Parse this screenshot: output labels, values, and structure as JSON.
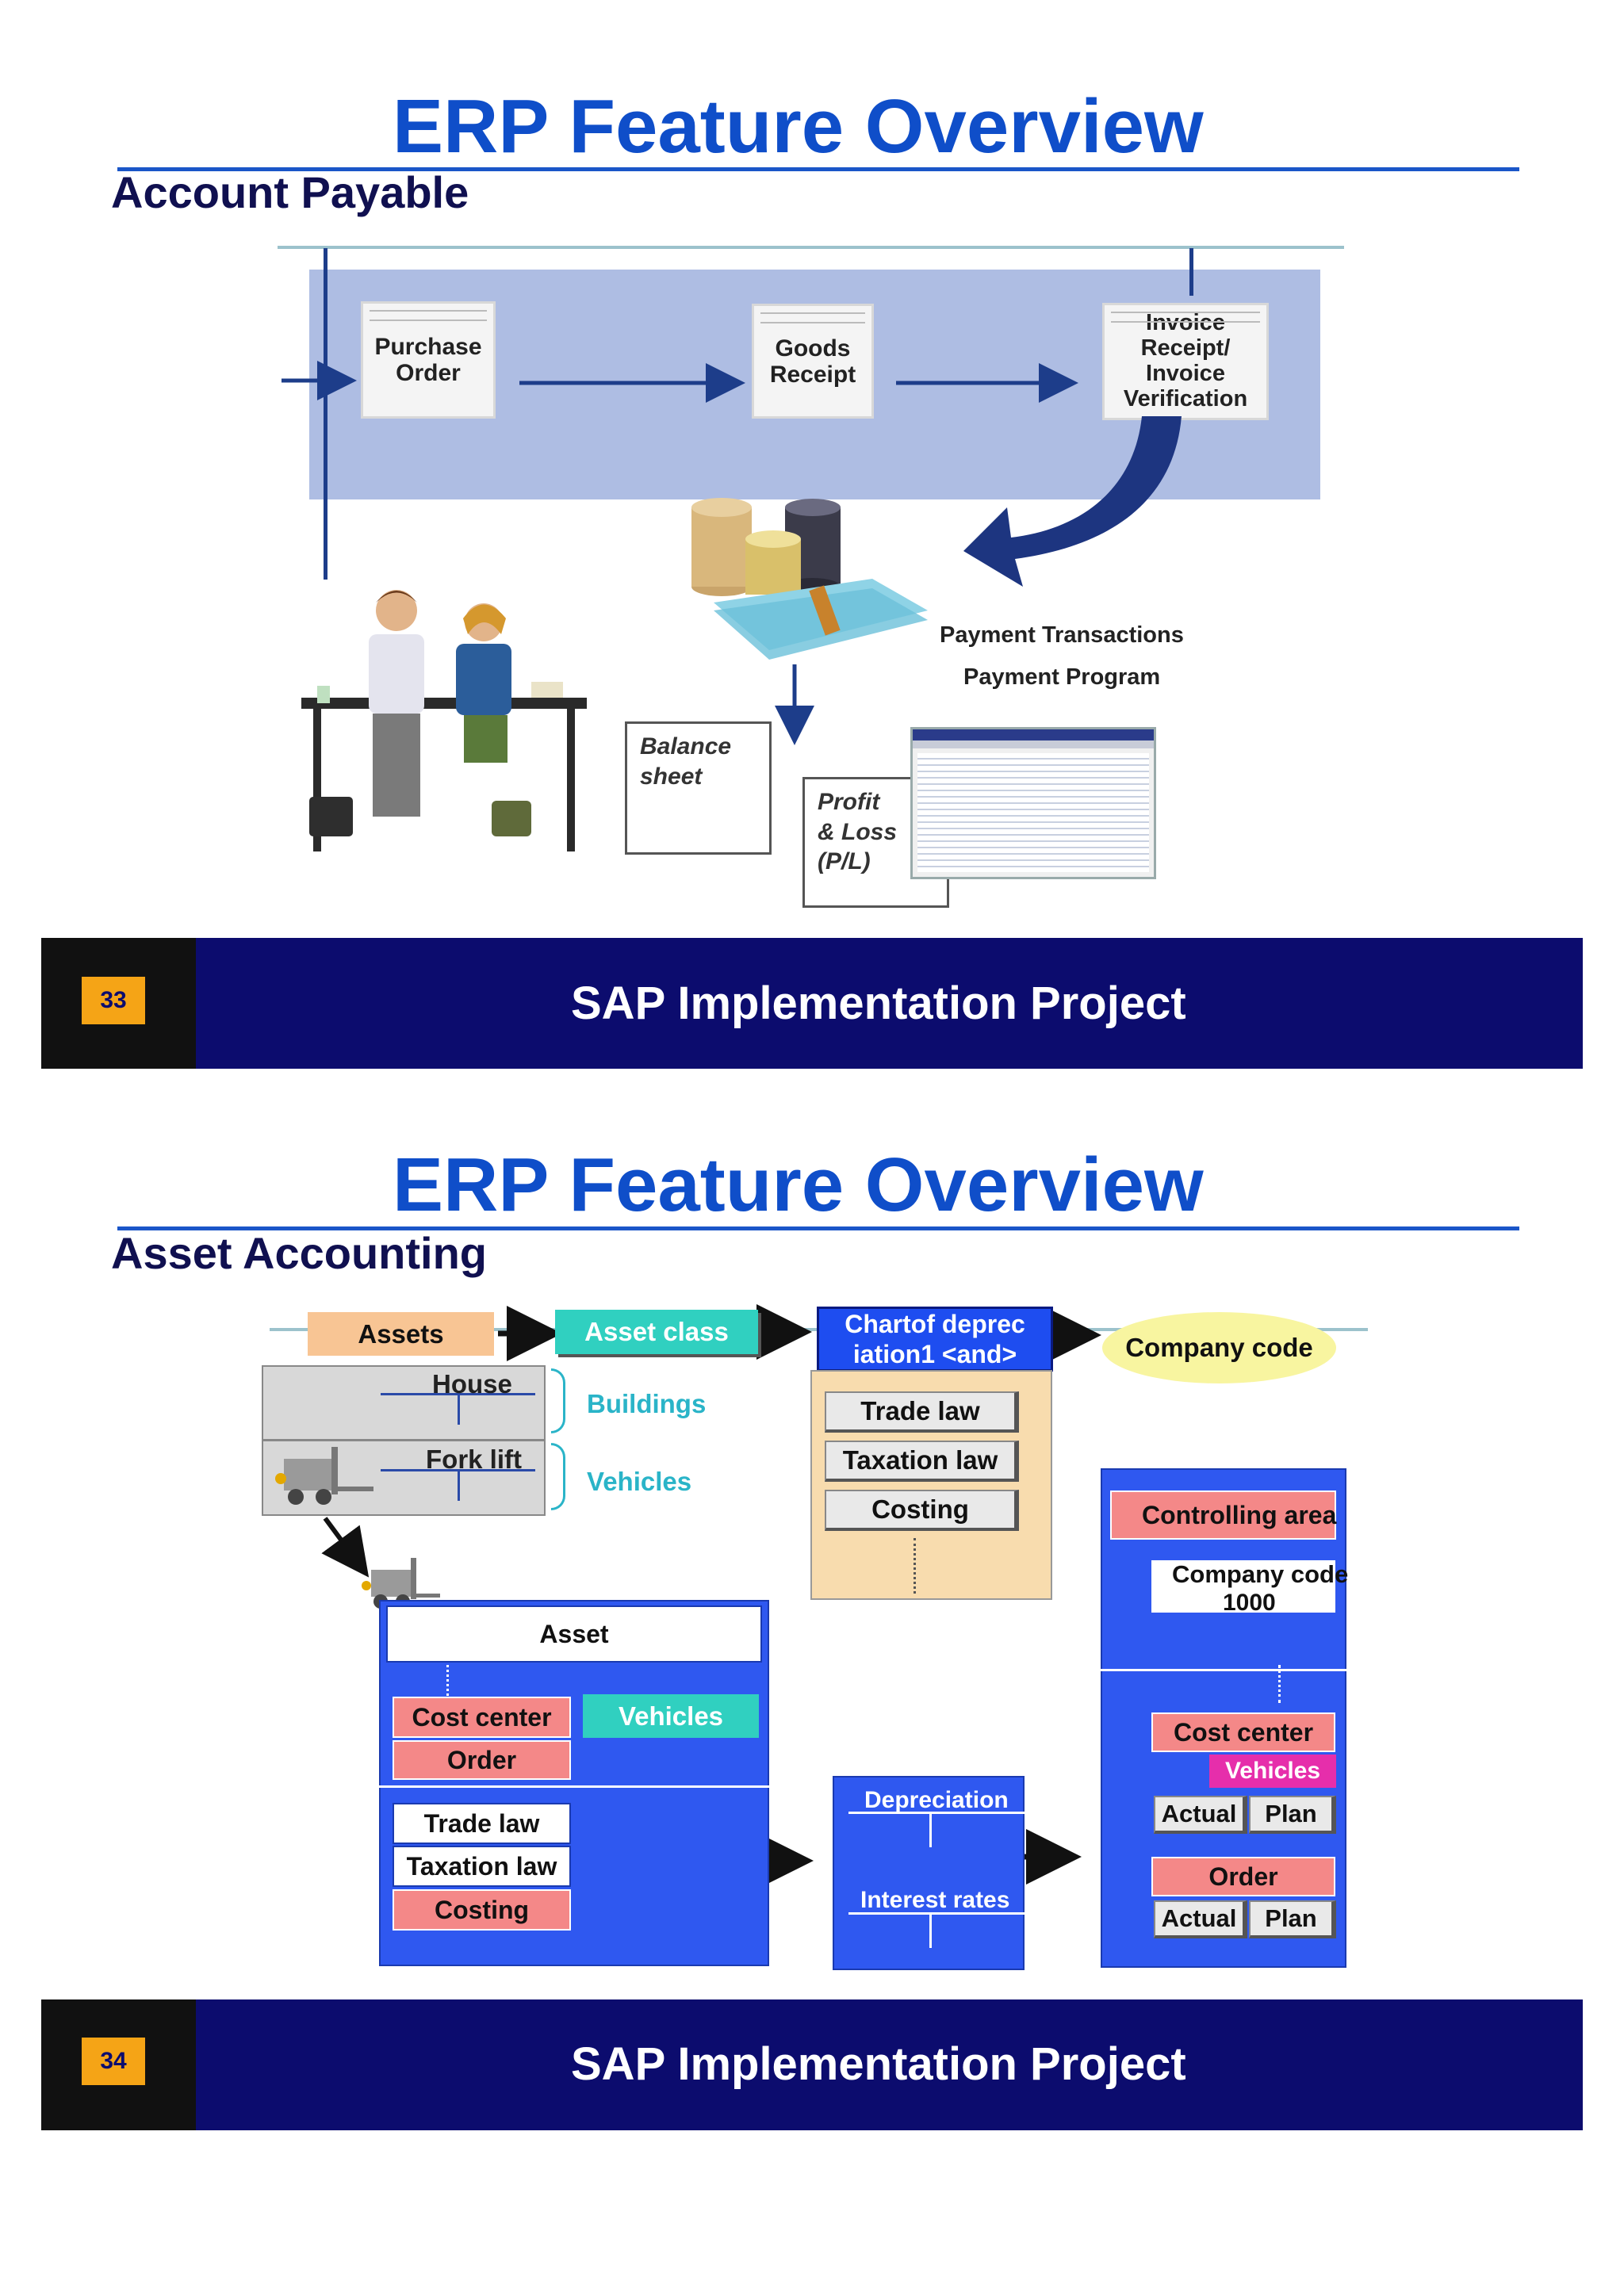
{
  "slide1": {
    "title": "ERP Feature Overview",
    "subtitle": "Account Payable",
    "docs": {
      "purchase_order": "Purchase\nOrder",
      "goods_receipt": "Goods\nReceipt",
      "invoice": "Invoice\nReceipt/\nInvoice\nVerification"
    },
    "payment_transactions": "Payment Transactions",
    "payment_program": "Payment Program",
    "balance_sheet": "Balance\nsheet",
    "profit_loss": "Profit\n& Loss\n(P/L)",
    "footer": {
      "page_number": "33",
      "text": "SAP Implementation Project"
    }
  },
  "slide2": {
    "title": "ERP Feature Overview",
    "subtitle": "Asset Accounting",
    "flow": {
      "assets": "Assets",
      "asset_class": "Asset class",
      "chart_line1": "Chartof  deprec",
      "chart_line2": "iation1 <and>",
      "company_code": "Company code"
    },
    "assets_list": [
      "House",
      "Fork lift"
    ],
    "asset_classes": [
      "Buildings",
      "Vehicles"
    ],
    "chart_items": [
      "Trade law",
      "Taxation law",
      "Costing"
    ],
    "asset_panel": {
      "asset": "Asset",
      "cost_center": "Cost center",
      "vehicles": "Vehicles",
      "order": "Order",
      "trade_law": "Trade law",
      "taxation_law": "Taxation law",
      "costing": "Costing"
    },
    "depr_panel": {
      "depreciation": "Depreciation",
      "interest_rates": "Interest rates"
    },
    "ctrl_panel": {
      "controlling_area": "Controlling area",
      "company_code": "Company code",
      "company_code_value": "1000",
      "cost_center": "Cost center",
      "vehicles": "Vehicles",
      "actual": "Actual",
      "plan": "Plan",
      "order": "Order"
    },
    "footer": {
      "page_number": "34",
      "text": "SAP Implementation Project"
    }
  },
  "colors": {
    "title": "#0f4ec9",
    "footer": "#0c0c6e",
    "page_badge": "#f5a416",
    "panel_blue": "#2f58f0",
    "pink": "#f48888"
  }
}
